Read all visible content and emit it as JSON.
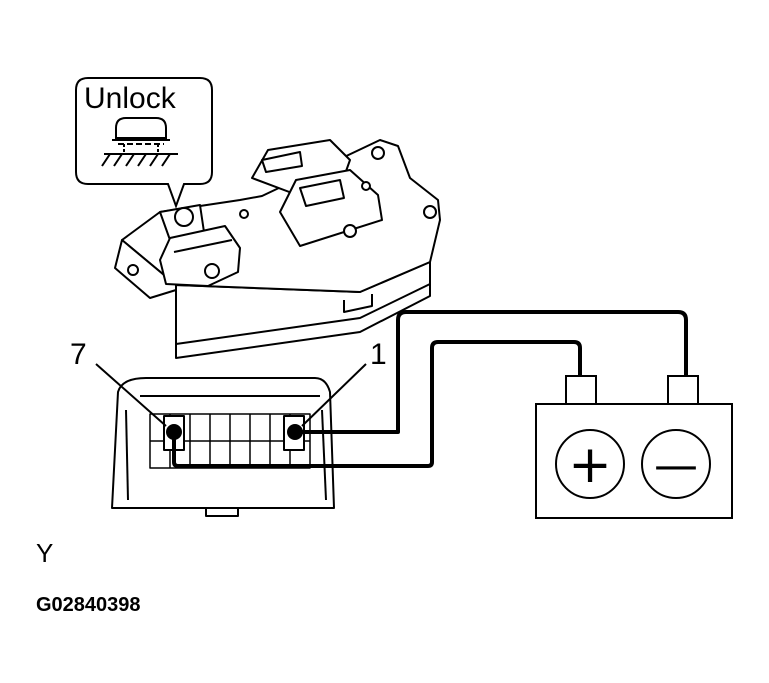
{
  "callout": {
    "label": "Unlock"
  },
  "pins": {
    "left": "7",
    "right": "1"
  },
  "battery": {
    "positive_symbol": "+",
    "negative_symbol": "—"
  },
  "footer": {
    "view_letter": "Y",
    "figure_code": "G02840398"
  },
  "colors": {
    "ink": "#000000",
    "paper": "#ffffff"
  }
}
